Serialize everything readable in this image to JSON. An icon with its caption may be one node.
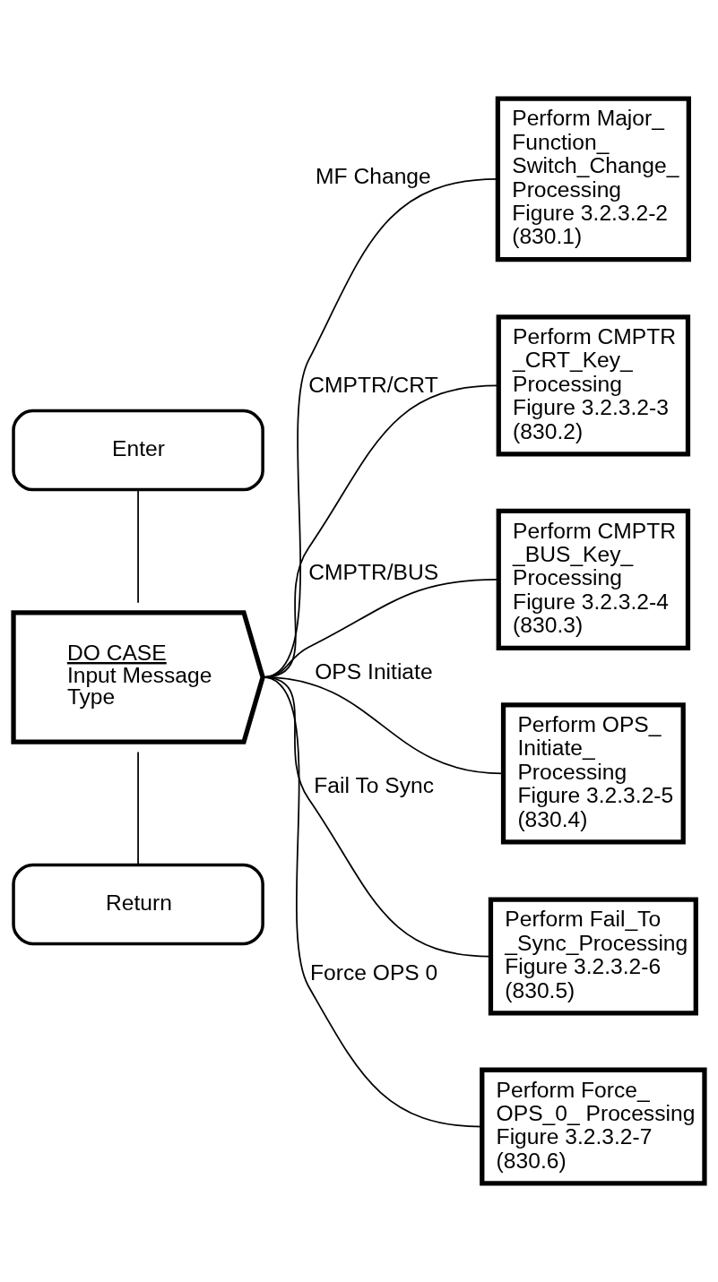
{
  "diagram": {
    "nodes": [
      {
        "text": [
          "Enter"
        ]
      },
      {
        "text": [
          "DO CASE",
          "Input Message Type"
        ]
      },
      {
        "text": [
          "Return"
        ]
      },
      {
        "text": [
          "Perform Major_ Function_ Switch_Change_ Processing",
          "Figure 3.2.3.2-2",
          "(830.1)"
        ]
      },
      {
        "text": [
          "Perform CMPTR _CRT_Key_ Processing",
          "Figure 3.2.3.2-3",
          "(830.2)"
        ]
      },
      {
        "text": [
          "Perform CMPTR _BUS_Key_ Processing",
          "Figure 3.2.3.2-4",
          "(830.3)"
        ]
      },
      {
        "text": [
          "Perform OPS_ Initiate_ Processing",
          "Figure 3.2.3.2-5",
          "(830.4)"
        ]
      },
      {
        "text": [
          "Perform Fail_To _Sync_Processing",
          "Figure 3.2.3.2-6",
          "(830.5)"
        ]
      },
      {
        "text": [
          "Perform Force_ OPS_0_ Processing",
          "Figure 3.2.3.2-7",
          "(830.6)"
        ]
      }
    ],
    "edges": [
      {
        "from": 0,
        "to": 1,
        "arrow": "none"
      },
      {
        "from": 1,
        "to": 2,
        "arrow": "none"
      },
      {
        "from": 1,
        "to": 3,
        "arrow": "none",
        "label": "MF Change"
      },
      {
        "from": 1,
        "to": 4,
        "arrow": "none",
        "label": "CMPTR/CRT"
      },
      {
        "from": 1,
        "to": 5,
        "arrow": "none",
        "label": "CMPTR/BUS"
      },
      {
        "from": 1,
        "to": 6,
        "arrow": "none",
        "label": "OPS Initiate"
      },
      {
        "from": 1,
        "to": 7,
        "arrow": "none",
        "label": "Fail To Sync"
      },
      {
        "from": 1,
        "to": 8,
        "arrow": "none",
        "label": "Force OPS 0"
      }
    ]
  }
}
